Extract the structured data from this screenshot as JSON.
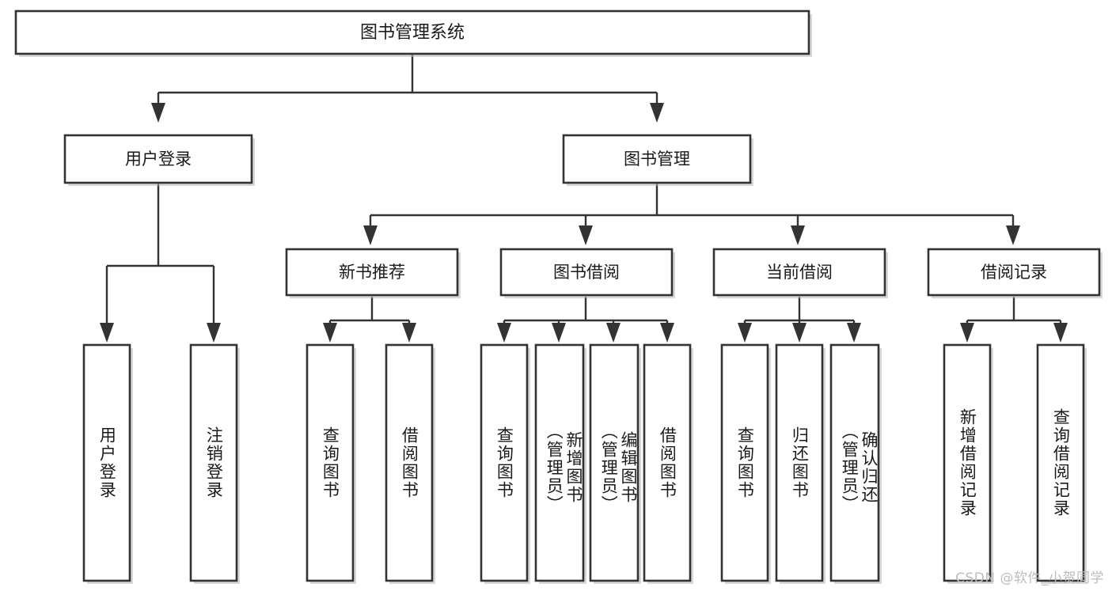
{
  "diagram": {
    "type": "tree-hierarchy",
    "title": "图书管理系统",
    "watermark": "CSDN @软件_小贺同学",
    "colors": {
      "box_stroke": "#333333",
      "box_fill": "#ffffff",
      "connector": "#333333",
      "text": "#1a1a1a",
      "watermark": "#bdbdbd",
      "background": "#ffffff"
    },
    "levels": {
      "root": {
        "label": "图书管理系统"
      },
      "level2": [
        {
          "label": "用户登录"
        },
        {
          "label": "图书管理"
        }
      ],
      "level3": [
        {
          "label": "新书推荐"
        },
        {
          "label": "图书借阅"
        },
        {
          "label": "当前借阅"
        },
        {
          "label": "借阅记录"
        }
      ]
    },
    "leaves": {
      "user_login": [
        {
          "label": "用户登录"
        },
        {
          "label": "注销登录"
        }
      ],
      "new_book_recommend": [
        {
          "label": "查询图书"
        },
        {
          "label": "借阅图书"
        }
      ],
      "book_borrow": [
        {
          "label": "查询图书"
        },
        {
          "label": "新增图书\n（管理员）"
        },
        {
          "label": "编辑图书\n（管理员）"
        },
        {
          "label": "借阅图书"
        }
      ],
      "current_borrow": [
        {
          "label": "查询图书"
        },
        {
          "label": "归还图书"
        },
        {
          "label": "确认归还\n（管理员）"
        }
      ],
      "borrow_record": [
        {
          "label": "新增借阅记录"
        },
        {
          "label": "查询借阅记录"
        }
      ]
    }
  }
}
